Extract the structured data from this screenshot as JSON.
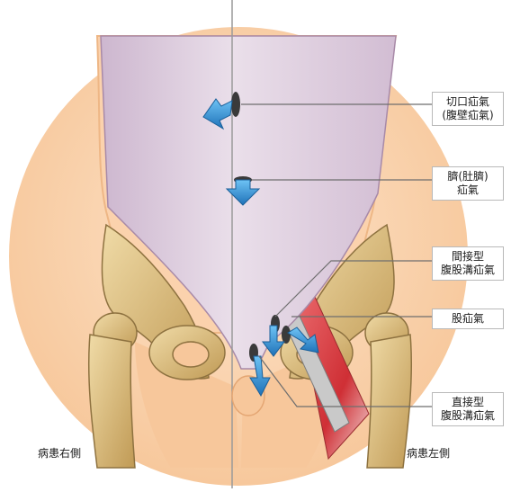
{
  "labels": {
    "incisional_line1": "切口疝氣",
    "incisional_line2": "(腹壁疝氣)",
    "umbilical_line1": "臍(肚臍)",
    "umbilical_line2": "疝氣",
    "indirect_line1": "間接型",
    "indirect_line2": "腹股溝疝氣",
    "femoral": "股疝氣",
    "direct_line1": "直接型",
    "direct_line2": "腹股溝疝氣"
  },
  "sides": {
    "right": "病患右側",
    "left": "病患左側"
  },
  "colors": {
    "skin": "#fbd7b5",
    "skin_edge": "#f0b988",
    "abdomen": "#e6d8e6",
    "abdomen_edge": "#a88aa8",
    "bone": "#d6b877",
    "bone_edge": "#8e7240",
    "muscle": "#d63a3f",
    "arrow": "#2e8fd6",
    "leader": "#6e6e6e"
  }
}
